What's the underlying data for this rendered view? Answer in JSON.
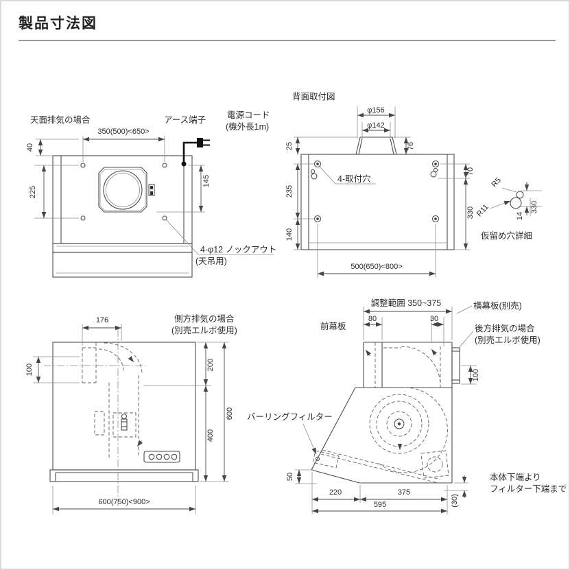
{
  "title": "製品寸法図",
  "top_view": {
    "label": "天面排気の場合",
    "earth_label": "アース端子",
    "power_cord_line1": "電源コード",
    "power_cord_line2": "(機外長1m)",
    "dim_width": "350(500)<650>",
    "dim_40": "40",
    "dim_225": "225",
    "dim_145": "145",
    "knockout_line1": "4-φ12 ノックアウト",
    "knockout_line2": "(天吊用)"
  },
  "rear_view": {
    "label": "背面取付図",
    "dim_phi_outer": "φ156",
    "dim_phi_inner": "φ142",
    "dim_76": "76",
    "dim_25": "25",
    "dim_235": "235",
    "dim_140": "140",
    "dim_70": "70",
    "dim_330": "330",
    "dim_width": "500(650)<800>",
    "mount_holes_label": "4-取付穴"
  },
  "keyhole_detail": {
    "label": "仮留め穴詳細",
    "r5": "R5",
    "r11": "R11",
    "dim_14": "14",
    "dim_330": "330"
  },
  "front_view": {
    "label_line1": "側方排気の場合",
    "label_line2": "(別売エルボ使用)",
    "dim_176": "176",
    "dim_100": "100",
    "dim_200": "200",
    "dim_400": "400",
    "dim_600": "600",
    "dim_width": "600(750)<900>"
  },
  "side_view": {
    "adjust_label": "調整範囲 350~375",
    "side_panel_label": "横幕板(別売)",
    "front_panel_label": "前幕板",
    "rear_exhaust_line1": "後方排気の場合",
    "rear_exhaust_line2": "(別売エルボ使用)",
    "filter_label": "バーリングフィルター",
    "bottom_note_line1": "本体下端より",
    "bottom_note_line2": "フィルター下端まで",
    "dim_80": "80",
    "dim_30": "30",
    "dim_100": "100",
    "dim_50": "50",
    "dim_220": "220",
    "dim_375": "375",
    "dim_595": "595",
    "dim_30_paren": "(30)"
  }
}
